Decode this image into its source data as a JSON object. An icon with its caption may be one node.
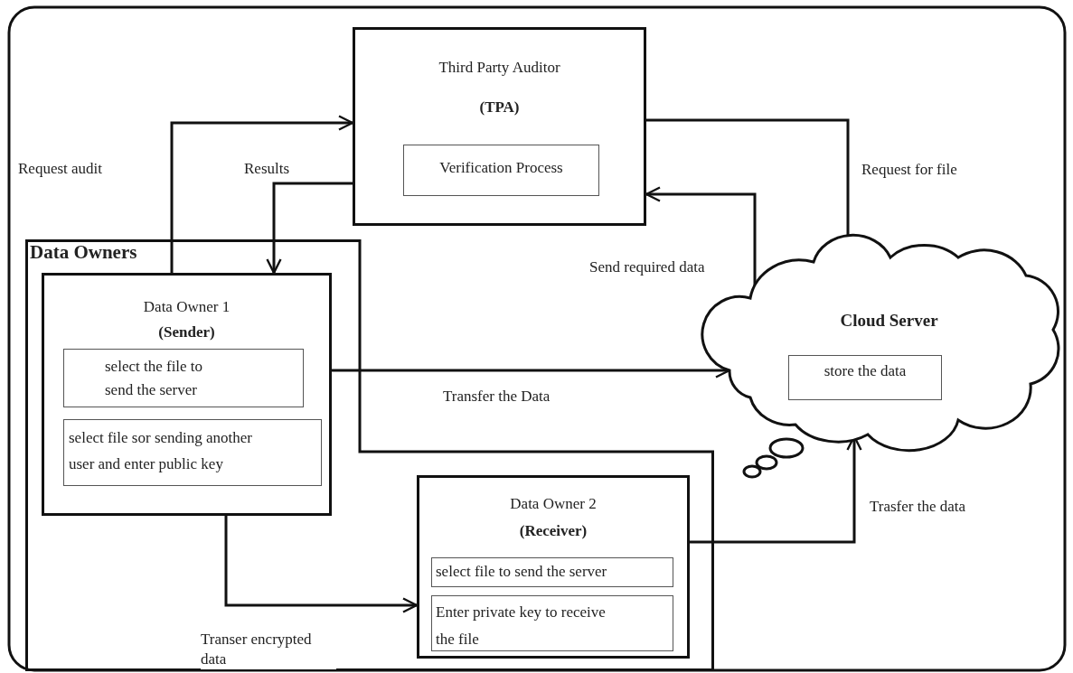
{
  "diagram": {
    "nodes": [
      {
        "text": [
          "Third Party Auditor",
          "(TPA)"
        ]
      },
      {
        "text": [
          "Verification Process"
        ],
        "in": 0
      },
      {
        "text": [
          "Cloud Server"
        ]
      },
      {
        "text": [
          "store the data"
        ],
        "in": 2
      },
      {
        "text": [
          "Data Owners"
        ]
      },
      {
        "text": [
          "Data Owner 1",
          "(Sender)"
        ],
        "in": 4
      },
      {
        "text": [
          "select the file to send the server"
        ],
        "in": 5
      },
      {
        "text": [
          "select file sor sending another user and enter public key"
        ],
        "in": 5
      },
      {
        "text": [
          "Data Owner 2",
          "(Receiver)"
        ],
        "in": 4
      },
      {
        "text": [
          "select file to send the server"
        ],
        "in": 8
      },
      {
        "text": [
          "Enter private key to receive the file"
        ],
        "in": 8
      }
    ],
    "edges": [
      {
        "from": 5,
        "to": 0,
        "arrow": "to",
        "label": "Request audit"
      },
      {
        "from": 0,
        "to": 5,
        "arrow": "to",
        "label": "Results"
      },
      {
        "from": 0,
        "to": 2,
        "arrow": "to",
        "label": "Request for file"
      },
      {
        "from": 2,
        "to": 0,
        "arrow": "to",
        "label": "Send required data"
      },
      {
        "from": 5,
        "to": 2,
        "arrow": "to",
        "label": "Transfer the Data"
      },
      {
        "from": 5,
        "to": 8,
        "arrow": "to",
        "label": "Transer encrypted data"
      },
      {
        "from": 8,
        "to": 2,
        "arrow": "to",
        "label": "Trasfer the data"
      }
    ]
  }
}
